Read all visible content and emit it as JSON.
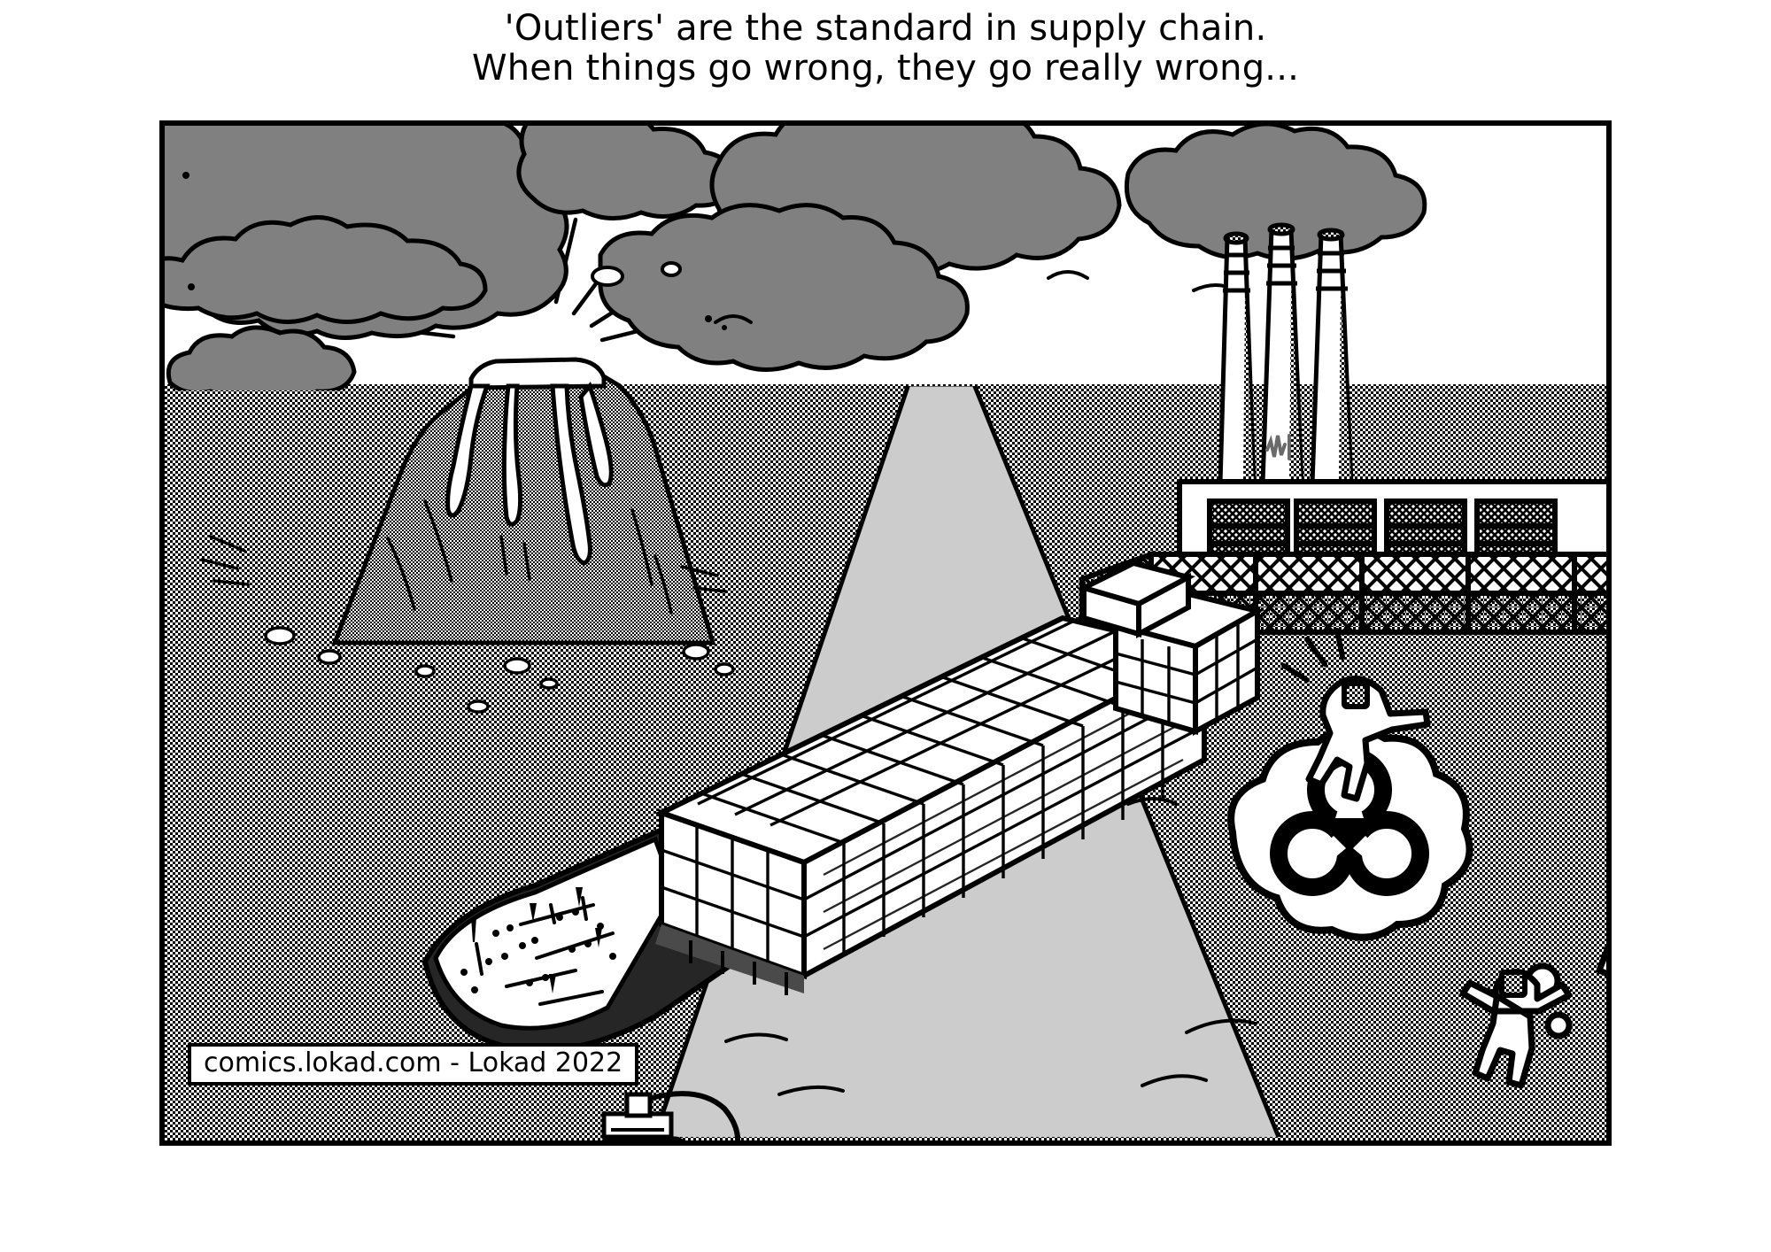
{
  "comic": {
    "title_line_1": "'Outliers' are the standard in supply chain.",
    "title_line_2": "When things go wrong, they go really wrong...",
    "credit": "comics.lokad.com - Lokad 2022",
    "colors": {
      "ink": "#000000",
      "paper": "#ffffff",
      "cloud_gray": "#808080",
      "water_gray": "#cccccc",
      "ground_dither": "#9a9a9a",
      "hull_dark": "#262626"
    },
    "scene": {
      "description": "Comic panel: erupting volcano, storm clouds, grounded container ship in a narrow channel, chemical factory with biohazard cloud and fleeing workers",
      "elements": [
        {
          "name": "sky",
          "label": "Sky"
        },
        {
          "name": "storm-clouds",
          "label": "Storm clouds",
          "count": 6
        },
        {
          "name": "volcano",
          "label": "Erupting volcano"
        },
        {
          "name": "eruption-rays",
          "label": "Eruption rays",
          "count": 9
        },
        {
          "name": "lava-flows",
          "label": "Lava flows",
          "count": 3
        },
        {
          "name": "ground",
          "label": "Dithered ground"
        },
        {
          "name": "water-channel",
          "label": "Narrow water channel"
        },
        {
          "name": "container-ship",
          "label": "Grounded container ship"
        },
        {
          "name": "cargo-stack",
          "label": "Stacked shipping containers"
        },
        {
          "name": "excavator",
          "label": "Tiny excavator"
        },
        {
          "name": "factory",
          "label": "Chemical factory"
        },
        {
          "name": "smokestacks",
          "label": "Smokestacks",
          "count": 3
        },
        {
          "name": "factory-windows",
          "label": "Factory windows",
          "count": 4
        },
        {
          "name": "chain-link-fence",
          "label": "Chain link fence"
        },
        {
          "name": "biohazard-thought-bubble",
          "label": "Biohazard thought bubble"
        },
        {
          "name": "fleeing-workers",
          "label": "Fleeing workers",
          "count": 3
        }
      ]
    }
  }
}
